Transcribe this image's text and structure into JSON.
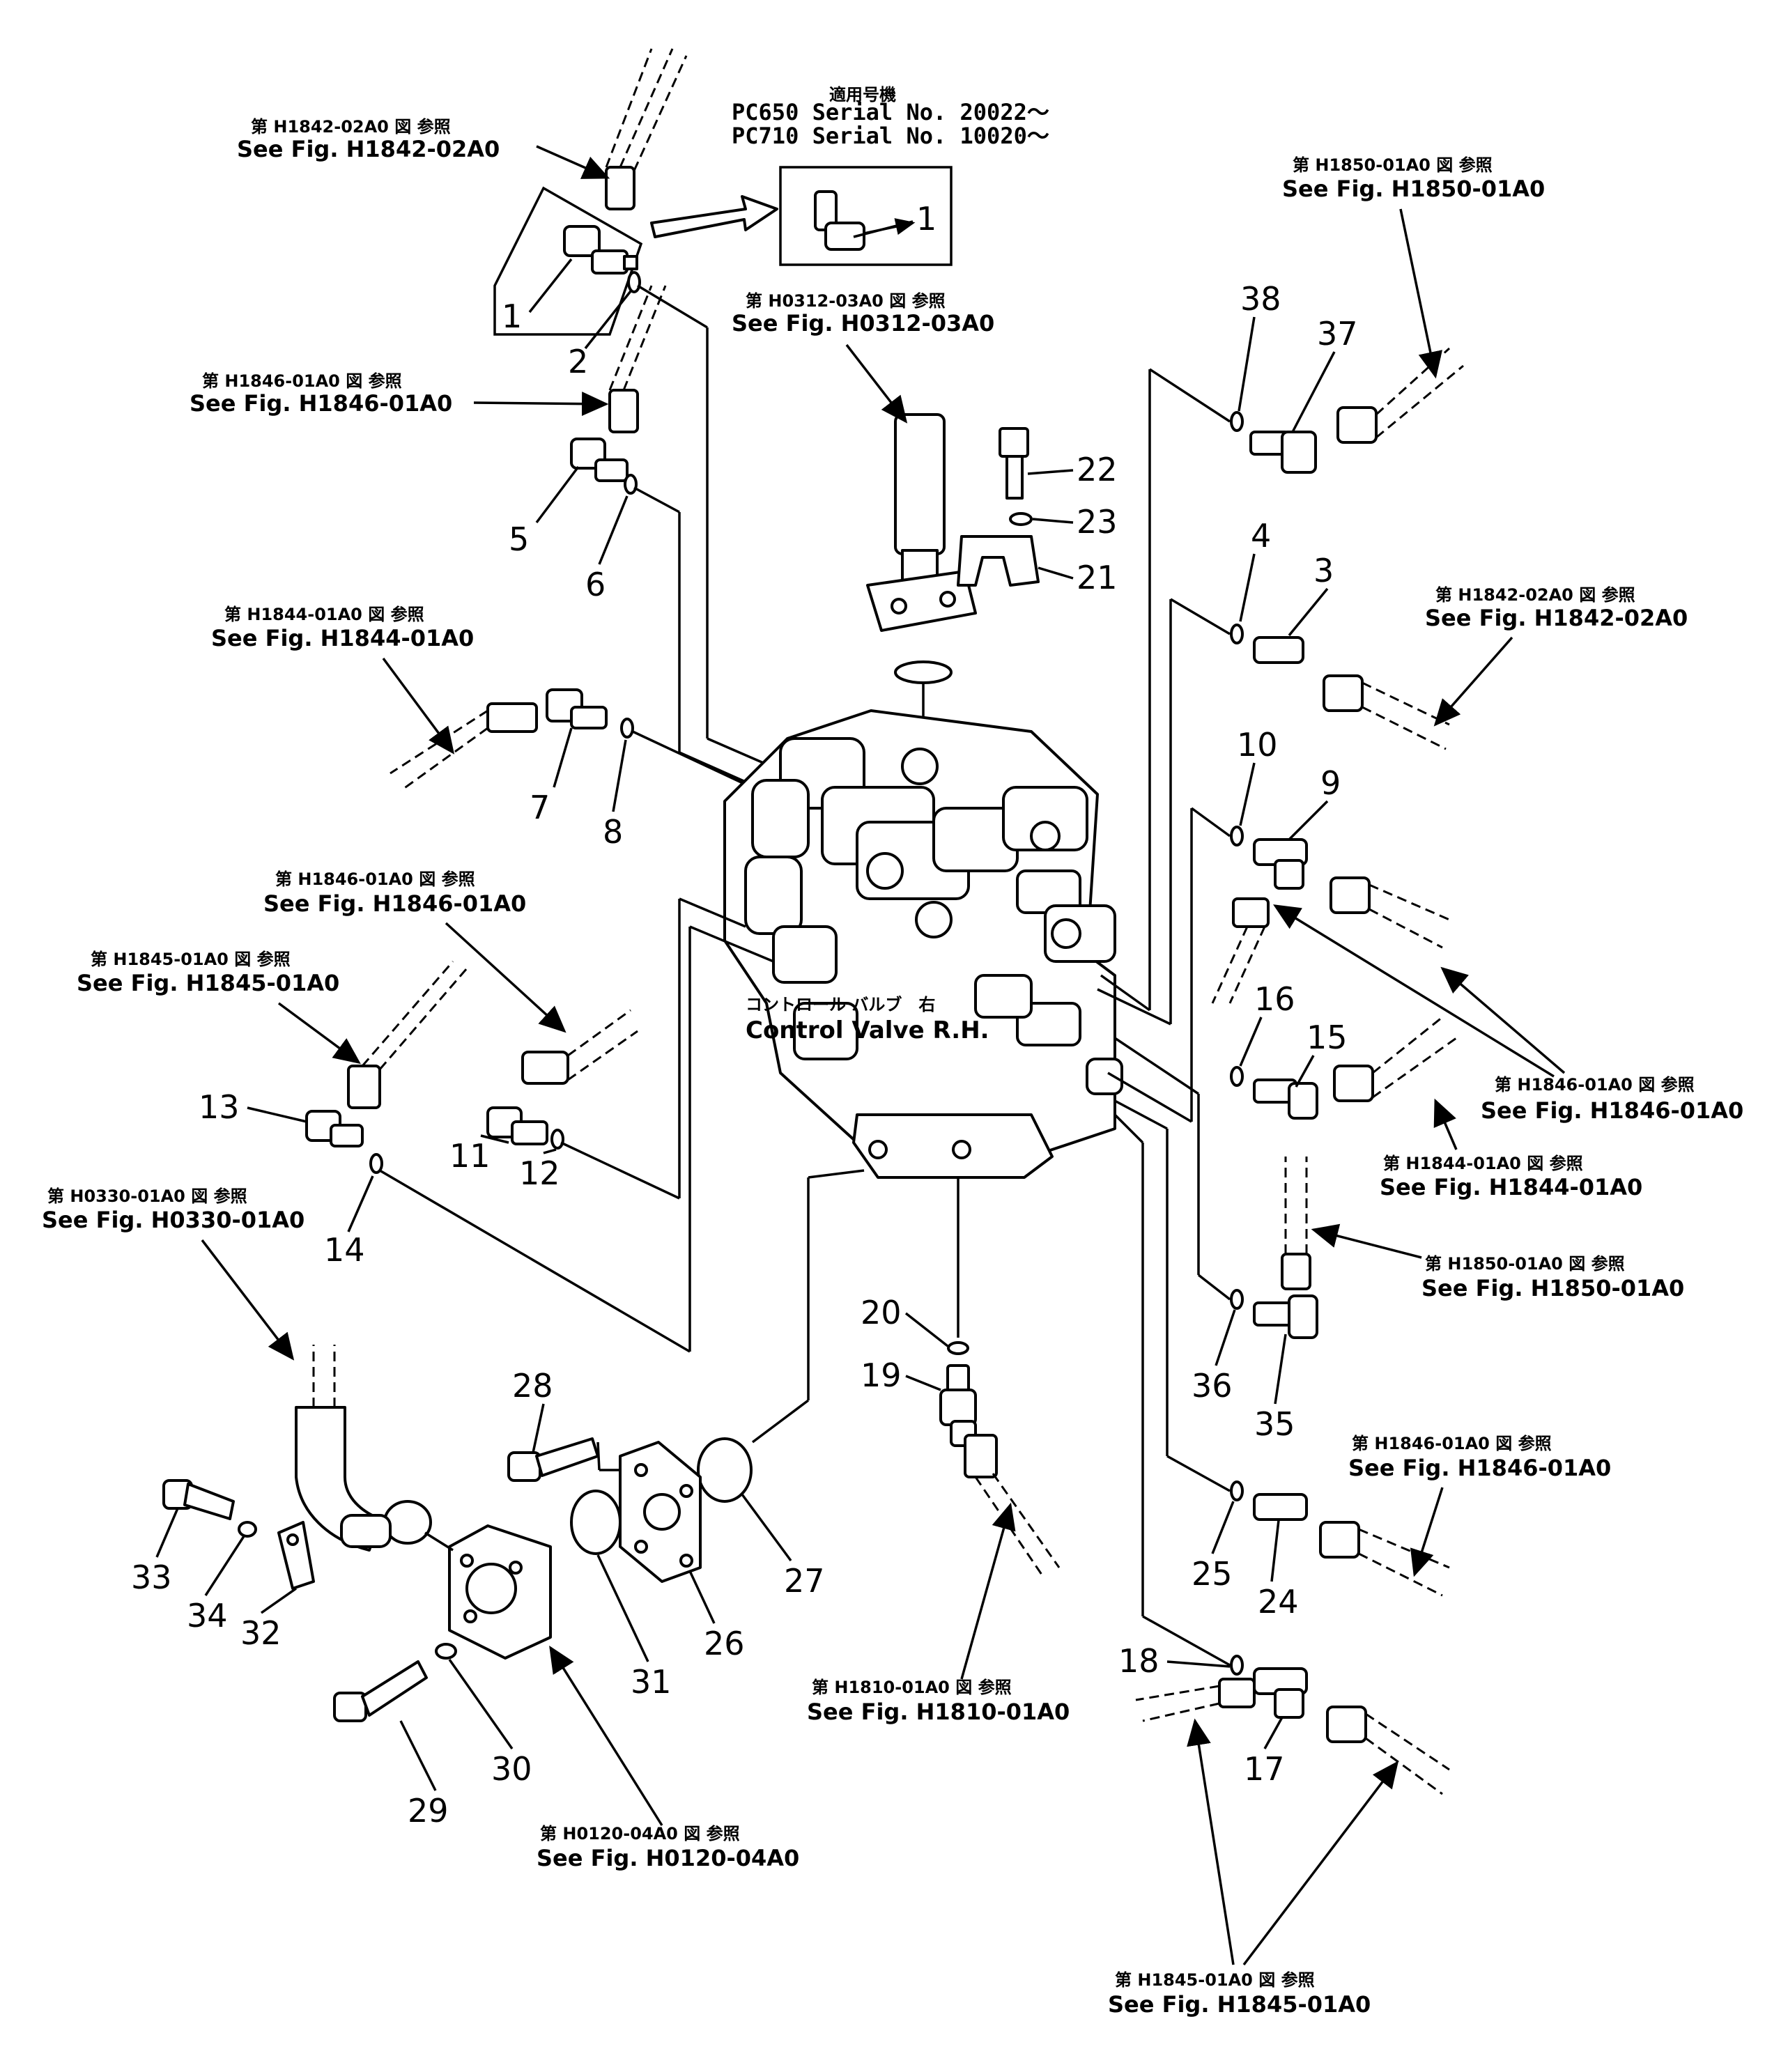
{
  "applicability": {
    "heading": "適用号機",
    "line1": "PC650  Serial  No.  20022～",
    "line2": "PC710  Serial  No.  10020～"
  },
  "main_component": {
    "jp": "コントロール バルブ　右",
    "en": "Control Valve R.H."
  },
  "references": [
    {
      "id": "h1842-tl",
      "jp": "第 H1842-02A0 図 参照",
      "en": "See Fig.  H1842-02A0"
    },
    {
      "id": "h0312",
      "jp": "第 H0312-03A0 図 参照",
      "en": "See Fig.  H0312-03A0"
    },
    {
      "id": "h1850-tr",
      "jp": "第 H1850-01A0 図 参照",
      "en": "See Fig.  H1850-01A0"
    },
    {
      "id": "h1846-l1",
      "jp": "第 H1846-01A0 図 参照",
      "en": "See Fig.  H1846-01A0"
    },
    {
      "id": "h1842-r",
      "jp": "第 H1842-02A0 図 参照",
      "en": "See Fig.  H1842-02A0"
    },
    {
      "id": "h1844-l",
      "jp": "第 H1844-01A0 図 参照",
      "en": "See Fig.  H1844-01A0"
    },
    {
      "id": "h1846-l2",
      "jp": "第 H1846-01A0 図 参照",
      "en": "See Fig.  H1846-01A0"
    },
    {
      "id": "h1845-l",
      "jp": "第 H1845-01A0 図 参照",
      "en": "See Fig.  H1845-01A0"
    },
    {
      "id": "h1846-r1",
      "jp": "第 H1846-01A0 図 参照",
      "en": "See Fig.  H1846-01A0"
    },
    {
      "id": "h1844-r",
      "jp": "第 H1844-01A0 図 参照",
      "en": "See Fig.  H1844-01A0"
    },
    {
      "id": "h1850-r",
      "jp": "第 H1850-01A0 図 参照",
      "en": "See Fig.  H1850-01A0"
    },
    {
      "id": "h0330",
      "jp": "第 H0330-01A0 図 参照",
      "en": "See Fig.  H0330-01A0"
    },
    {
      "id": "h1846-r2",
      "jp": "第 H1846-01A0 図 参照",
      "en": "See Fig.  H1846-01A0"
    },
    {
      "id": "h1810",
      "jp": "第 H1810-01A0 図 参照",
      "en": "See Fig.  H1810-01A0"
    },
    {
      "id": "h0120",
      "jp": "第 H0120-04A0 図 参照",
      "en": "See Fig.  H0120-04A0"
    },
    {
      "id": "h1845-b",
      "jp": "第 H1845-01A0 図 参照",
      "en": "See Fig.  H1845-01A0"
    }
  ],
  "part_numbers": [
    "1",
    "1",
    "2",
    "3",
    "4",
    "5",
    "6",
    "7",
    "8",
    "9",
    "10",
    "11",
    "12",
    "13",
    "14",
    "15",
    "16",
    "17",
    "18",
    "19",
    "20",
    "21",
    "22",
    "23",
    "24",
    "25",
    "26",
    "27",
    "28",
    "29",
    "30",
    "31",
    "32",
    "33",
    "34",
    "35",
    "36",
    "37",
    "38"
  ]
}
